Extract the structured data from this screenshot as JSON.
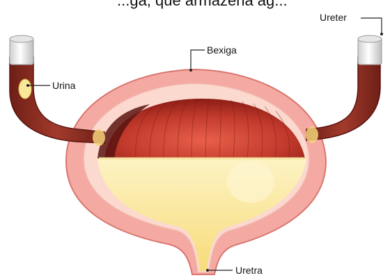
{
  "diagram": {
    "top_partial_text": "...ga, que armazena ag...",
    "labels": {
      "ureter": "Ureter",
      "bexiga": "Bexiga",
      "urina": "Urina",
      "uretra": "Uretra"
    }
  },
  "colors": {
    "outer_wall": "#f4a9a3",
    "outer_stroke": "#d9766f",
    "inner_lining": "#fbd9cf",
    "muscle_dome": "#c0392b",
    "muscle_dark": "#8c1d15",
    "urine": "#f9e79a",
    "urine_light": "#fdf3c4",
    "ureter_tube": "#8b2b1f",
    "ureter_cap": "#f2f2f2"
  }
}
